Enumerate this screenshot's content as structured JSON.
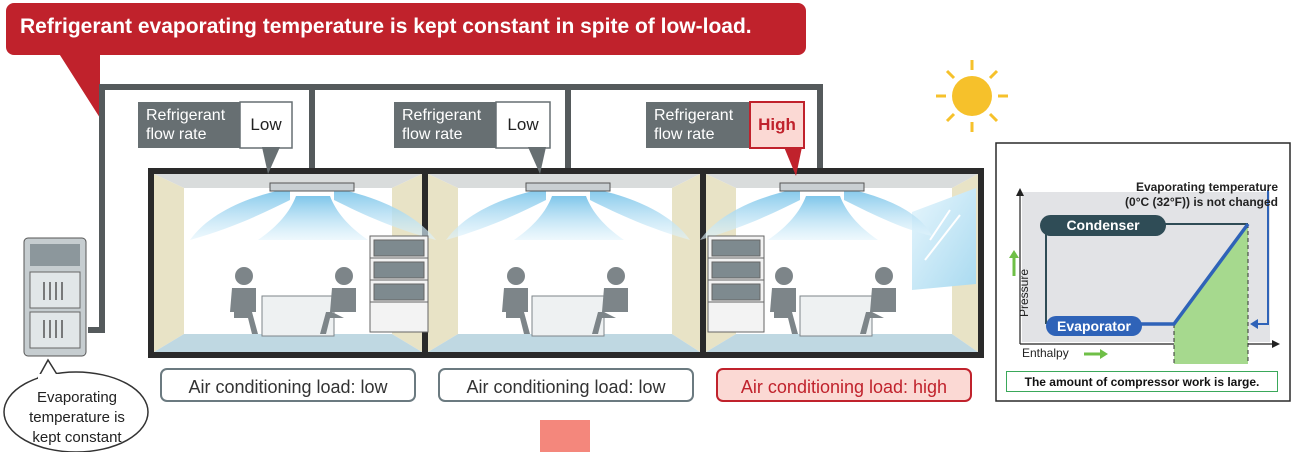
{
  "banner": {
    "text": "Refrigerant evaporating temperature is kept constant in spite of low-load."
  },
  "rooms": [
    {
      "flow_label_line1": "Refrigerant",
      "flow_label_line2": "flow rate",
      "flow_value": "Low",
      "load_text": "Air conditioning load: low"
    },
    {
      "flow_label_line1": "Refrigerant",
      "flow_label_line2": "flow rate",
      "flow_value": "Low",
      "load_text": "Air conditioning load: low"
    },
    {
      "flow_label_line1": "Refrigerant",
      "flow_label_line2": "flow rate",
      "flow_value": "High",
      "load_text": "Air conditioning load: high"
    }
  ],
  "outdoor_bubble": {
    "line1": "Evaporating",
    "line2": "temperature is",
    "line3": "kept constant"
  },
  "graph": {
    "note_line1": "Evaporating temperature",
    "note_line2": "(0°C (32°F)) is not changed",
    "condenser": "Condenser",
    "evaporator": "Evaporator",
    "y_axis": "Pressure",
    "x_axis": "Enthalpy",
    "work_note": "The amount of compressor work is large."
  },
  "colors": {
    "banner": "#c0222c",
    "high": "#c0222c",
    "low_border": "#6b7a80",
    "air": "#a9d8ee",
    "curve": "#2f63b8",
    "work_area": "#a6d98e"
  }
}
